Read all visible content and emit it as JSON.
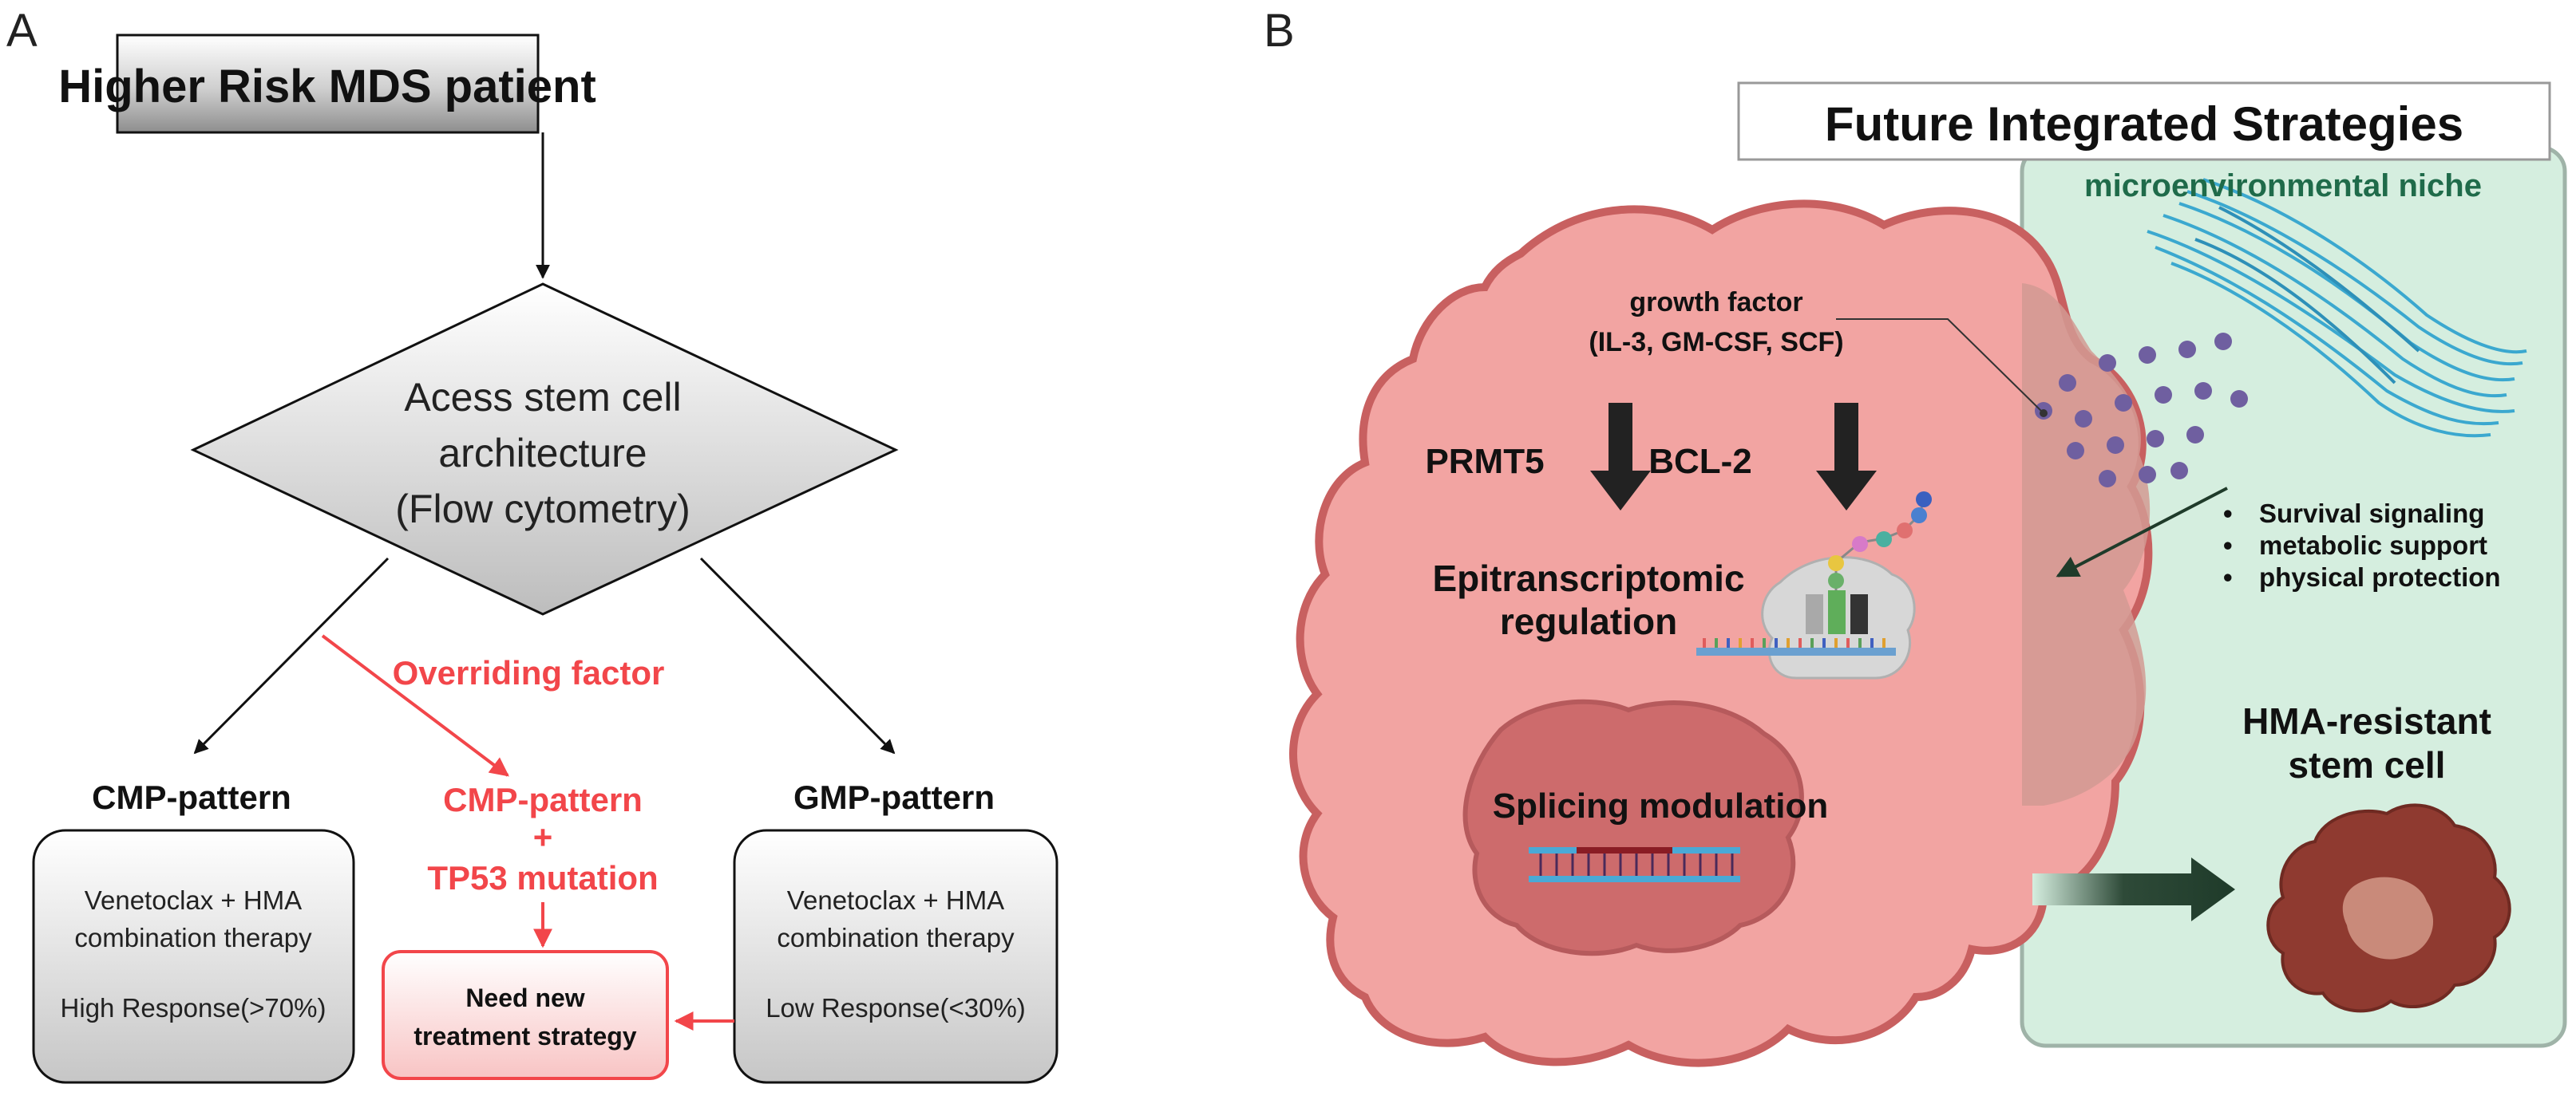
{
  "panel_a": {
    "panel_label": "A",
    "top_box": "Higher Risk MDS patient",
    "diamond": {
      "line1": "Acess stem cell",
      "line2": "architecture",
      "line3": "(Flow  cytometry)"
    },
    "overriding_factor": "Overriding factor",
    "left": {
      "heading": "CMP-pattern",
      "line1": "Venetoclax + HMA",
      "line2": "combination therapy",
      "response": "High Response(>70%)"
    },
    "middle": {
      "line1": "CMP-pattern",
      "plus": "+",
      "line2": "TP53 mutation",
      "box_line1": "Need new",
      "box_line2": "treatment strategy"
    },
    "right": {
      "heading": "GMP-pattern",
      "line1": "Venetoclax + HMA",
      "line2": "combination therapy",
      "response": "Low Response(<30%)"
    }
  },
  "panel_b": {
    "panel_label": "B",
    "title": "Future Integrated Strategies",
    "niche_label": "microenvironmental niche",
    "growth_factor": "growth factor",
    "growth_factor_list": "(IL-3, GM-CSF, SCF)",
    "prmt5": "PRMT5",
    "bcl2": "BCL-2",
    "epi_line1": "Epitranscriptomic",
    "epi_line2": "regulation",
    "splicing": "Splicing modulation",
    "bullets": [
      "Survival signaling",
      "metabolic support",
      "physical protection"
    ],
    "hma_line1": "HMA-resistant",
    "hma_line2": "stem cell"
  },
  "colors": {
    "accent_red": "#f2464a",
    "cell_fill": "#f2a4a2",
    "cell_stroke": "#c86060",
    "nucleus": "#cd6b6c",
    "niche_fill": "#d5eedf",
    "niche_stroke": "#9fb3a8",
    "collagen": "#3ba8cf",
    "dots": "#6f5fa0",
    "resistant_cell": "#8f3a30",
    "dark_arrow": "#1f3b2a"
  }
}
